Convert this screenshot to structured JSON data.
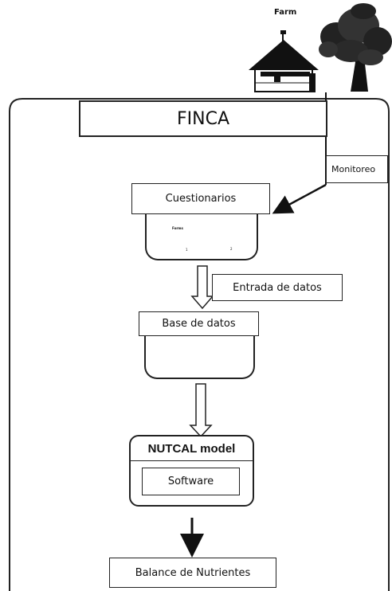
{
  "farm_label": "Farm",
  "finca_title": "FINCA",
  "monitoreo_label": "Monitoreo",
  "cuestionarios_label": "Cuestionarios",
  "doc_front_text": "Forms",
  "doc_page_1": "1",
  "doc_page_2": "2",
  "entrada_label": "Entrada de datos",
  "base_label": "Base de datos",
  "nutcal_label": "NUTCAL model",
  "software_label": "Software",
  "balance_label": "Balance de Nutrientes"
}
